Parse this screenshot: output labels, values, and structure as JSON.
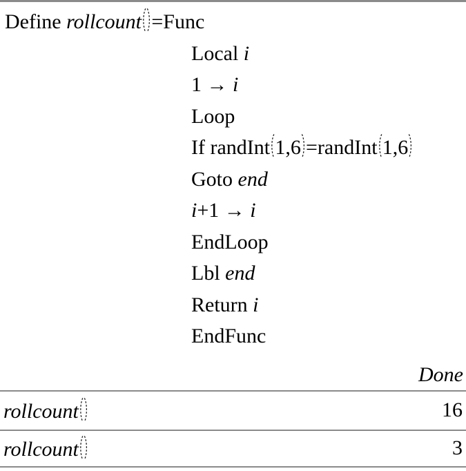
{
  "colors": {
    "separator": "#8a8a8a",
    "text": "#000000",
    "background": "#ffffff"
  },
  "program": {
    "lines": [
      {
        "indent": false,
        "tokens": [
          [
            "r",
            "Define "
          ],
          [
            "i",
            "rollcount"
          ],
          [
            "lp"
          ],
          [
            "rp"
          ],
          [
            "r",
            "=Func"
          ]
        ]
      },
      {
        "indent": true,
        "tokens": [
          [
            "r",
            "Local "
          ],
          [
            "i",
            "i"
          ]
        ]
      },
      {
        "indent": true,
        "tokens": [
          [
            "r",
            "1 → "
          ],
          [
            "i",
            "i"
          ]
        ]
      },
      {
        "indent": true,
        "tokens": [
          [
            "r",
            "Loop"
          ]
        ]
      },
      {
        "indent": true,
        "tokens": [
          [
            "r",
            "If randInt"
          ],
          [
            "lp"
          ],
          [
            "r",
            "1,6"
          ],
          [
            "rp"
          ],
          [
            "r",
            "=randInt"
          ],
          [
            "lp"
          ],
          [
            "r",
            "1,6"
          ],
          [
            "rp"
          ]
        ]
      },
      {
        "indent": true,
        "tokens": [
          [
            "r",
            "Goto "
          ],
          [
            "i",
            "end"
          ]
        ]
      },
      {
        "indent": true,
        "tokens": [
          [
            "i",
            "i"
          ],
          [
            "r",
            "+1 → "
          ],
          [
            "i",
            "i"
          ]
        ]
      },
      {
        "indent": true,
        "tokens": [
          [
            "r",
            "EndLoop"
          ]
        ]
      },
      {
        "indent": true,
        "tokens": [
          [
            "r",
            "Lbl "
          ],
          [
            "i",
            "end"
          ]
        ]
      },
      {
        "indent": true,
        "tokens": [
          [
            "r",
            "Return "
          ],
          [
            "i",
            "i"
          ]
        ]
      },
      {
        "indent": true,
        "tokens": [
          [
            "r",
            "EndFunc"
          ]
        ]
      }
    ],
    "status": "Done"
  },
  "history": [
    {
      "expression": [
        [
          "i",
          "rollcount"
        ],
        [
          "lp"
        ],
        [
          "rp"
        ]
      ],
      "result": "16"
    },
    {
      "expression": [
        [
          "i",
          "rollcount"
        ],
        [
          "lp"
        ],
        [
          "rp"
        ]
      ],
      "result": "3"
    }
  ]
}
